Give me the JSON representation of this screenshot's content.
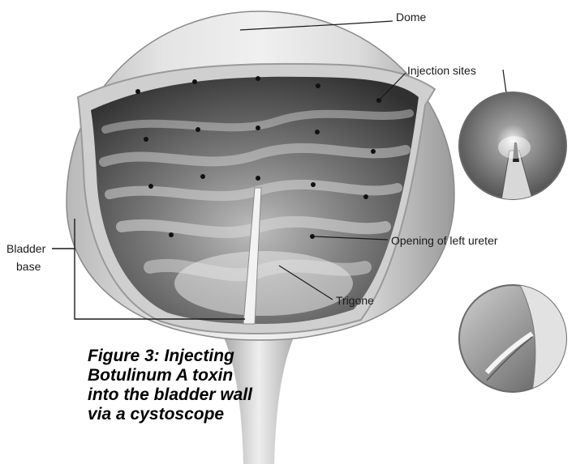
{
  "labels": {
    "dome": "Dome",
    "injection_sites": "Injection sites",
    "bladder_base_line1": "Bladder",
    "bladder_base_line2": "base",
    "opening_left_ureter": "Opening of left ureter",
    "trigone": "Trigone"
  },
  "caption": {
    "line1": "Figure 3: Injecting",
    "line2": "Botulinum A toxin",
    "line3": "into the bladder wall",
    "line4": "via a cystoscope"
  },
  "colors": {
    "wall_light": "#e6e6e6",
    "wall_dark": "#8a8a8a",
    "interior_dark": "#2f2f2f",
    "interior_light": "#d9d9d9",
    "leader": "#1a1a1a"
  }
}
